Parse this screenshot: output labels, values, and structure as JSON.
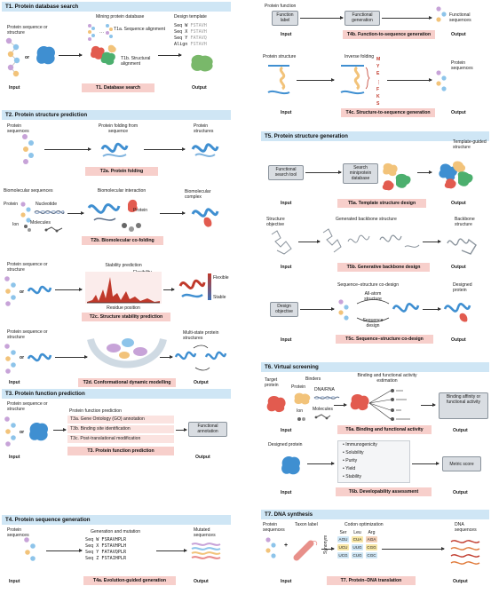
{
  "common": {
    "input": "Input",
    "output": "Output"
  },
  "t1": {
    "header": "T1. Protein database search",
    "in_label": "Protein sequence or structure",
    "or": "or",
    "mining": "Mining protein database",
    "seq_align": "T1a. Sequence alignment",
    "struct_align": "T1b. Structural alignment",
    "design_template": "Design template",
    "rows": [
      {
        "label": "Seq W",
        "seq": "FSTAVH"
      },
      {
        "label": "Seq X",
        "seq": "FSTAVH"
      },
      {
        "label": "Seq Y",
        "seq": "FATAVQ"
      },
      {
        "label": "Align",
        "seq": "FSTAVH"
      }
    ],
    "pink": "T1. Database search"
  },
  "t2": {
    "header": "T2. Protein structure prediction",
    "a": {
      "in": "Protein sequences",
      "mid": "Protein folding from sequence",
      "out": "Protein structures",
      "pink": "T2a. Protein folding"
    },
    "b": {
      "title": "Biomolecular sequences",
      "protein": "Protein",
      "nucleotide": "Nucleotide",
      "ion": "Ion",
      "molecules": "Molecules",
      "mid": "Biomolecular interaction",
      "protein2": "Protein",
      "out": "Biomolecular complex",
      "pink": "T2b. Biomolecular co-folding"
    },
    "c": {
      "in": "Protein sequence or structure",
      "or": "or",
      "stab": "Stability prediction",
      "flex": "Flexibility score",
      "residue": "Residue position",
      "flexible": "Flexible",
      "stable": "Stable",
      "pink": "T2c. Structure stability prediction"
    },
    "d": {
      "in": "Protein sequence or structure",
      "or": "or",
      "out": "Multi-state protein structures",
      "pink": "T2d. Conformational dynamic modelling"
    }
  },
  "t3": {
    "header": "T3. Protein function prediction",
    "in": "Protein sequence or structure",
    "or": "or",
    "title": "Protein function prediction",
    "items": [
      "T3a. Gene Ontology (GO) annotation",
      "T3b. Binding site identification",
      "T3c. Post-translational modification"
    ],
    "pink": "T3. Protein function prediction",
    "out": "Functional annotation"
  },
  "t4": {
    "header": "T4. Protein sequence generation",
    "in": "Protein sequences",
    "title": "Generation and mutation",
    "rows": [
      {
        "label": "Seq W",
        "seq": "FSRAVHPLR"
      },
      {
        "label": "Seq X",
        "seq": "FSTAVHPLH"
      },
      {
        "label": "Seq Y",
        "seq": "FATAVQPLR"
      },
      {
        "label": "Seq Z",
        "seq": "FSTAIHPLR"
      }
    ],
    "out": "Mutated sequences",
    "pink": "T4a. Evolution-guided generation"
  },
  "t4bc": {
    "fn_label_top": "Protein function",
    "fn_label": "Function label",
    "fn_gen": "Functional generation",
    "out_fn": "Functional sequences",
    "pink_b": "T4b. Function-to-sequence generation",
    "struct": "Protein structure",
    "inverse": "Inverse folding",
    "letters": [
      "M",
      "Y",
      "E",
      "F",
      "K",
      "S"
    ],
    "out_seq": "Protein sequences",
    "pink_c": "T4c. Structure-to-sequence generation"
  },
  "t5": {
    "header": "T5. Protein structure generation",
    "a": {
      "tool": "Functional search tool",
      "db": "Search miniprotein database",
      "out": "Template-guided structure",
      "pink": "T5a. Template structure design"
    },
    "b": {
      "in": "Structure objective",
      "mid": "Generated backbone structure",
      "out": "Backbone structure",
      "pink": "T5b. Generative backbone design"
    },
    "c": {
      "in": "Design objective",
      "mid": "Sequence–structure co-design",
      "aa": "All-atom structure",
      "sd": "Sequence design",
      "out": "Designed protein",
      "pink": "T5c. Sequence–structure co-design"
    }
  },
  "t6": {
    "header": "T6. Virtual screening",
    "a": {
      "target": "Target protein",
      "binders": "Binders",
      "protein": "Protein",
      "dna": "DNA/RNA",
      "ion": "Ion",
      "molecules": "Molecules",
      "mid": "Binding and functional activity estimation",
      "out": "Binding affinity or functional activity",
      "pink": "T6a. Binding and functional activity"
    },
    "b": {
      "designed": "Designed protein",
      "items": [
        "Immunogenicity",
        "Solubility",
        "Purity",
        "Yield",
        "Stability"
      ],
      "out": "Metric score",
      "pink": "T6b. Developability assessment"
    }
  },
  "t7": {
    "header": "T7. DNA synthesis",
    "in": "Protein sequences",
    "plus": "+",
    "taxon": "Taxon label",
    "codon": "Codon optimization",
    "aa": [
      "Ser",
      "Leu",
      "Arg"
    ],
    "synonym": "Synonym",
    "grid": [
      [
        "AGU",
        "CUA",
        "AGA"
      ],
      [
        "UCU",
        "UUG",
        "CGG"
      ],
      [
        "UCG",
        "CUG",
        "CGC"
      ]
    ],
    "out": "DNA sequences",
    "pink": "T7. Protein–DNA translation"
  },
  "colors": {
    "header_bg": "#cfe6f5",
    "pink": "#f7cfcb",
    "protein_blue": "#3f8fd1",
    "gray_box": "#d9dde2"
  }
}
